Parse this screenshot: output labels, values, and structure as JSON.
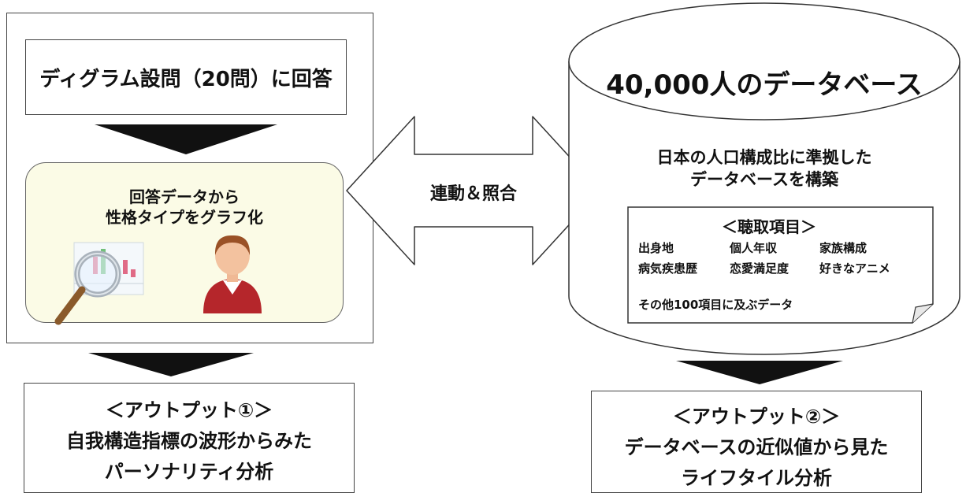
{
  "left": {
    "question_box": "ディグラム設問（20問）に回答",
    "analysis_line1": "回答データから",
    "analysis_line2": "性格タイプをグラフ化"
  },
  "middle": {
    "arrow_label": "連動＆照合"
  },
  "database": {
    "title": "40,000人のデータベース",
    "desc_line1": "日本の人口構成比に準拠した",
    "desc_line2": "データベースを構築",
    "items_title": "＜聴取項目＞",
    "items": [
      [
        "出身地",
        "個人年収",
        "家族構成"
      ],
      [
        "病気疾患歴",
        "恋愛満足度",
        "好きなアニメ"
      ]
    ],
    "items_note": "その他100項目に及ぶデータ"
  },
  "output1": {
    "line1": "＜アウトプット①＞",
    "line2": "自我構造指標の波形からみた",
    "line3": "パーソナリティ分析"
  },
  "output2": {
    "line1": "＜アウトプット②＞",
    "line2": "データベースの近似値から見た",
    "line3": "ライフタイル分析"
  }
}
